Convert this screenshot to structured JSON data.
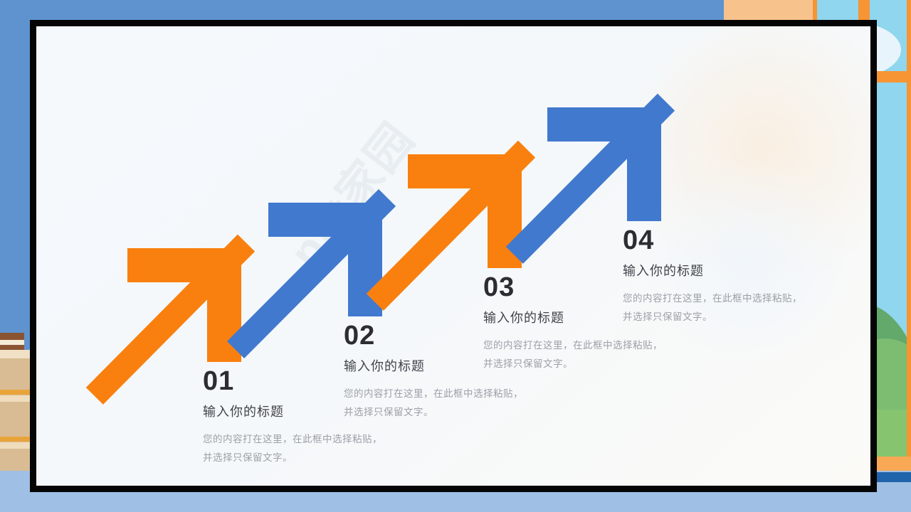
{
  "slide": {
    "background_color": "#5f93cf",
    "canvas_color": "#f6f9fc",
    "border_color": "#050505",
    "watermark_text": "ppt家园"
  },
  "palette": {
    "orange": "#f9800f",
    "blue": "#4179ce",
    "number_color": "#2d2d31",
    "title_color": "#41434a",
    "body_color": "#9c9fa6"
  },
  "steps": [
    {
      "number": "01",
      "color": "#f9800f",
      "color_name": "orange",
      "title": "输入你的标题",
      "body_line1": "您的内容打在这里，在此框中选择粘贴，",
      "body_line2": "并选择只保留文字。"
    },
    {
      "number": "02",
      "color": "#4179ce",
      "color_name": "blue",
      "title": "输入你的标题",
      "body_line1": "您的内容打在这里，在此框中选择粘贴，",
      "body_line2": "并选择只保留文字。"
    },
    {
      "number": "03",
      "color": "#f9800f",
      "color_name": "orange",
      "title": "输入你的标题",
      "body_line1": "您的内容打在这里，在此框中选择粘贴，",
      "body_line2": "并选择只保留文字。"
    },
    {
      "number": "04",
      "color": "#4179ce",
      "color_name": "blue",
      "title": "输入你的标题",
      "body_line1": "您的内容打在这里，在此框中选择粘贴，",
      "body_line2": "并选择只保留文字。"
    }
  ],
  "decor": {
    "window_frame_color": "#f79434",
    "window_sky_color": "#8fd6ee",
    "window_hill_color": "#7cbd72",
    "shelf_color": "#d9bc93",
    "floor_color": "#9fbfe4",
    "sky_color": "#7bcbe8",
    "peach_color": "#f7c28c"
  }
}
